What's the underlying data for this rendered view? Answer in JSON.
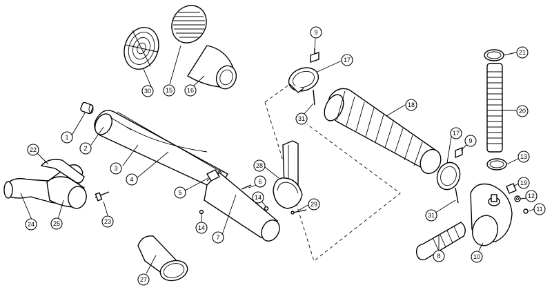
{
  "callouts": [
    {
      "id": "c1",
      "label": "1"
    },
    {
      "id": "c2",
      "label": "2"
    },
    {
      "id": "c3",
      "label": "3"
    },
    {
      "id": "c4",
      "label": "4"
    },
    {
      "id": "c5",
      "label": "5"
    },
    {
      "id": "c6",
      "label": "6"
    },
    {
      "id": "c7",
      "label": "7"
    },
    {
      "id": "c8",
      "label": "8"
    },
    {
      "id": "c9a",
      "label": "9"
    },
    {
      "id": "c9b",
      "label": "9"
    },
    {
      "id": "c10",
      "label": "10"
    },
    {
      "id": "c11",
      "label": "11"
    },
    {
      "id": "c12",
      "label": "12"
    },
    {
      "id": "c13",
      "label": "13"
    },
    {
      "id": "c14a",
      "label": "14"
    },
    {
      "id": "c14b",
      "label": "14"
    },
    {
      "id": "c15",
      "label": "15"
    },
    {
      "id": "c16",
      "label": "16"
    },
    {
      "id": "c17a",
      "label": "17"
    },
    {
      "id": "c17b",
      "label": "17"
    },
    {
      "id": "c18",
      "label": "18"
    },
    {
      "id": "c19",
      "label": "19"
    },
    {
      "id": "c20",
      "label": "20"
    },
    {
      "id": "c21",
      "label": "21"
    },
    {
      "id": "c22",
      "label": "22"
    },
    {
      "id": "c23",
      "label": "23"
    },
    {
      "id": "c24",
      "label": "24"
    },
    {
      "id": "c25",
      "label": "25"
    },
    {
      "id": "c27",
      "label": "27"
    },
    {
      "id": "c28",
      "label": "28"
    },
    {
      "id": "c29",
      "label": "29"
    },
    {
      "id": "c30",
      "label": "30"
    },
    {
      "id": "c31a",
      "label": "31"
    },
    {
      "id": "c31b",
      "label": "31"
    }
  ]
}
